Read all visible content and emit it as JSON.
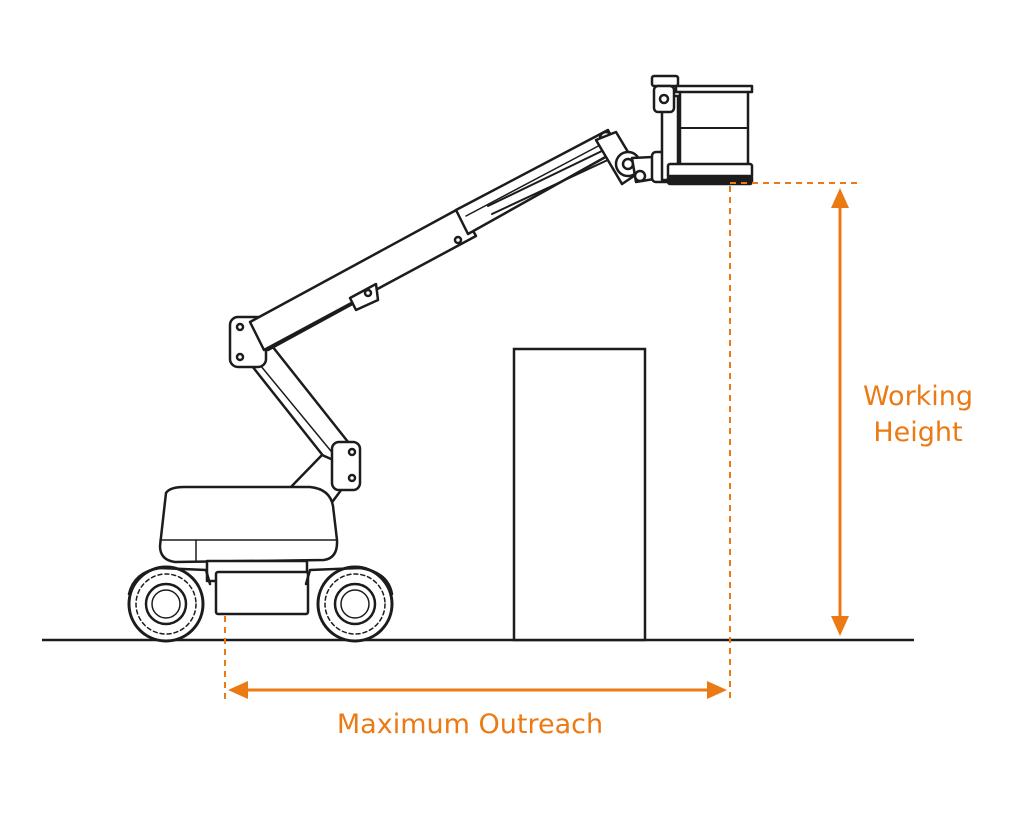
{
  "colors": {
    "line": "#1c1c1c",
    "accent": "#ec7a14",
    "background": "#ffffff"
  },
  "labels": {
    "working_height_line1": "Working",
    "working_height_line2": "Height",
    "maximum_outreach": "Maximum Outreach"
  }
}
